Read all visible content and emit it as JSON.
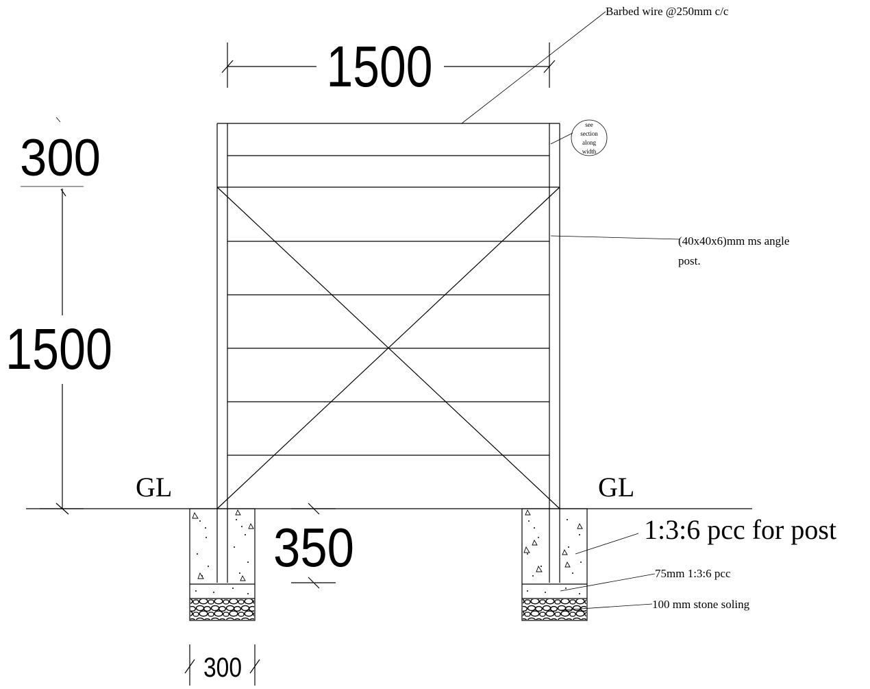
{
  "dimensions": {
    "top_width": "1500",
    "top_clear": "300",
    "height": "1500",
    "footing_depth": "350",
    "footing_width": "300"
  },
  "labels": {
    "barbed_wire": "Barbed wire @250mm c/c",
    "see_section": [
      "see",
      "section",
      "along",
      "width"
    ],
    "angle_post_line1": "(40x40x6)mm ms angle",
    "angle_post_line2": "post.",
    "gl_left": "GL",
    "gl_right": "GL",
    "pcc_post": "1:3:6 pcc for post",
    "pcc_75": "75mm 1:3:6 pcc",
    "stone_soling": "100 mm stone soling"
  },
  "colors": {
    "line": "#000000",
    "background": "#ffffff"
  }
}
